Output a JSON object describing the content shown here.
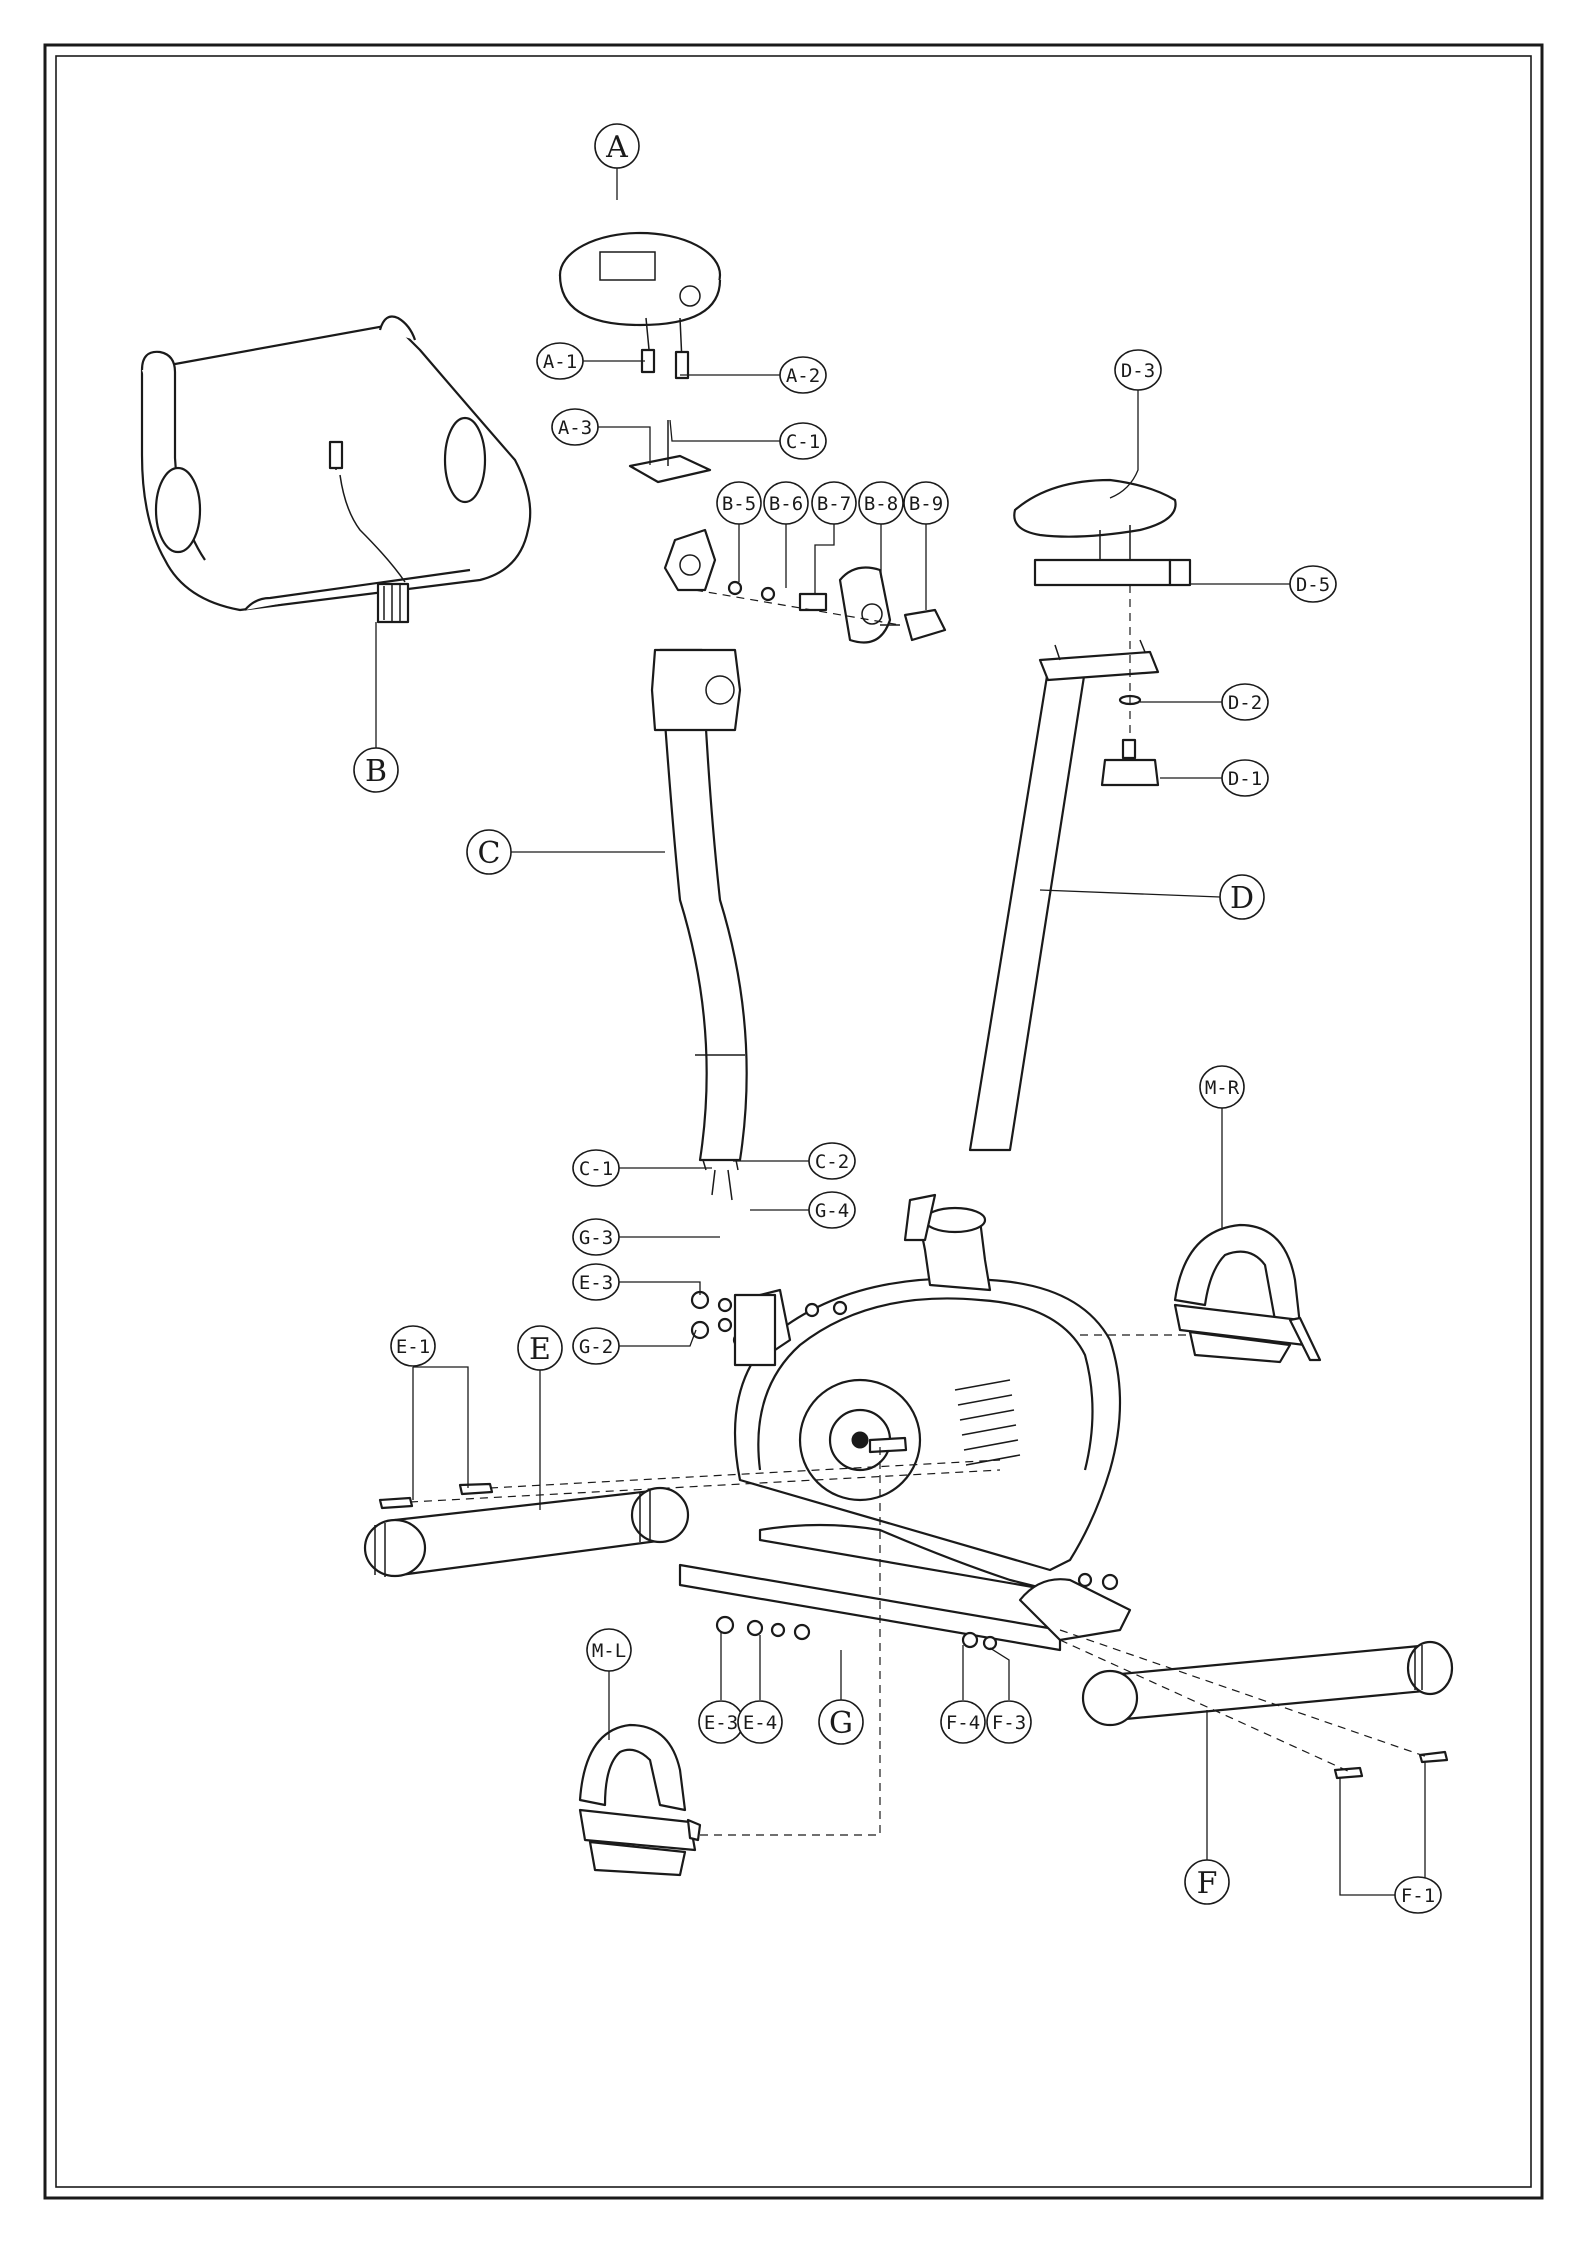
{
  "colors": {
    "ink": "#1a1a1a",
    "paper": "#ffffff"
  },
  "callouts": {
    "A": "A",
    "A1": "A-1",
    "A2": "A-2",
    "A3": "A-3",
    "B": "B",
    "B5": "B-5",
    "B6": "B-6",
    "B7": "B-7",
    "B8": "B-8",
    "B9": "B-9",
    "C": "C",
    "C1_top": "C-1",
    "C1_bottom": "C-1",
    "C2": "C-2",
    "D": "D",
    "D1": "D-1",
    "D2": "D-2",
    "D3": "D-3",
    "D5": "D-5",
    "E": "E",
    "E1_left": "E-1",
    "E3_upper": "E-3",
    "E3_lower": "E-3",
    "E4": "E-4",
    "F": "F",
    "F1": "F-1",
    "F3": "F-3",
    "F4": "F-4",
    "G": "G",
    "G2": "G-2",
    "G3": "G-3",
    "G4": "G-4",
    "ML": "M-L",
    "MR": "M-R"
  }
}
